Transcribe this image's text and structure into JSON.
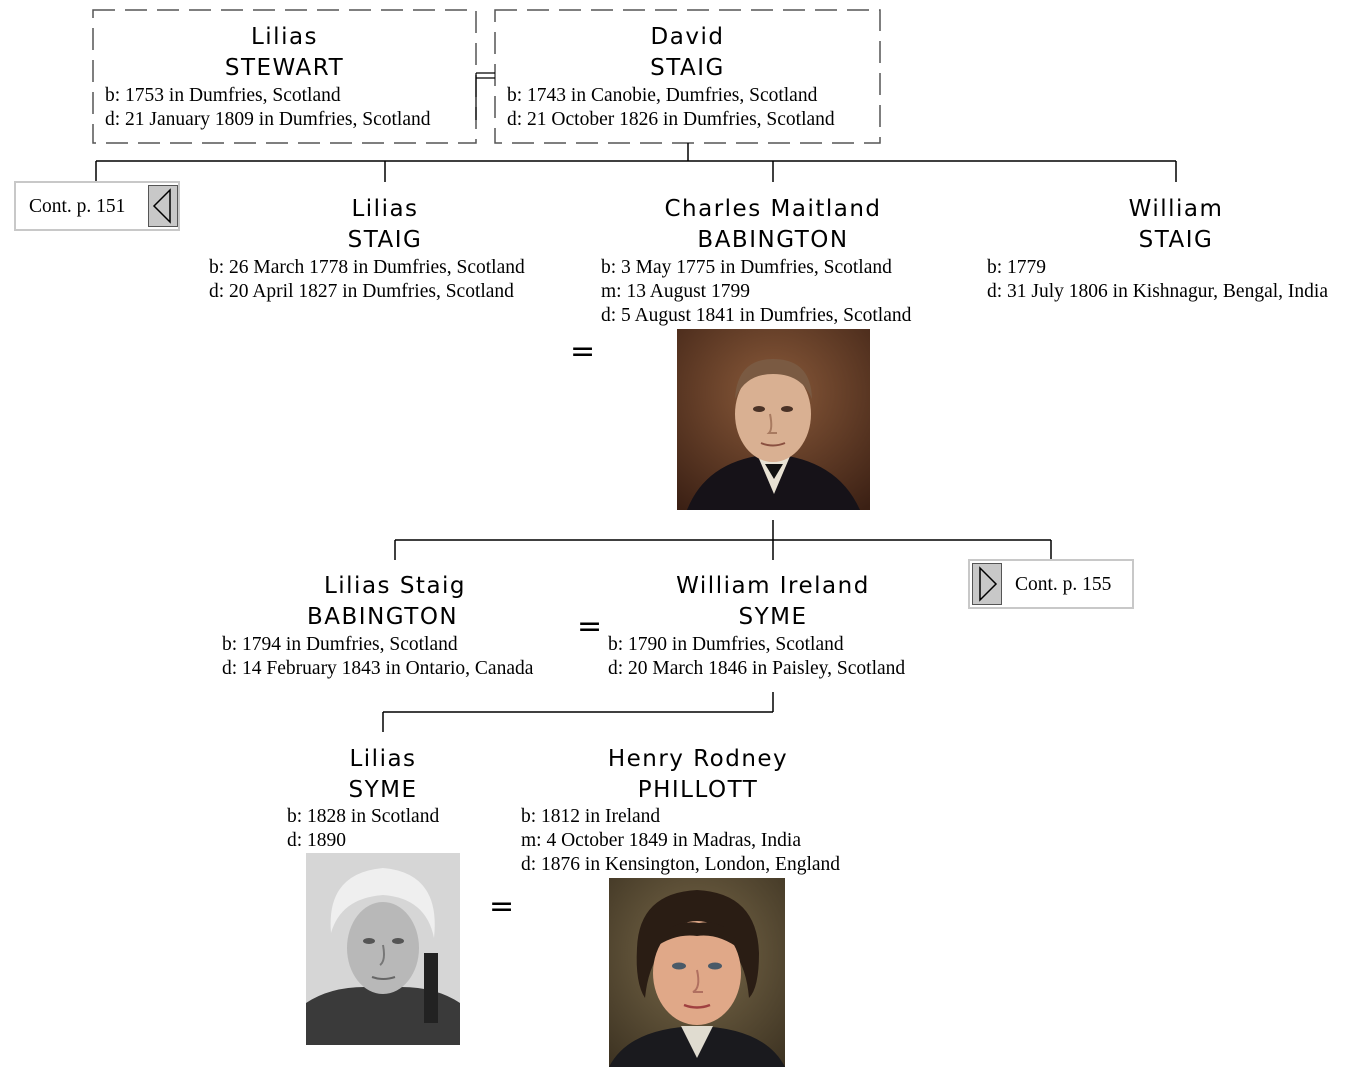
{
  "parents": {
    "mother": {
      "given": "Lilias",
      "surname": "STEWART",
      "born": "b: 1753 in Dumfries, Scotland",
      "died": "d: 21 January 1809 in Dumfries, Scotland"
    },
    "father": {
      "given": "David",
      "surname": "STAIG",
      "born": "b: 1743 in Canobie, Dumfries, Scotland",
      "died": "d: 21 October 1826 in Dumfries, Scotland"
    }
  },
  "generation2": {
    "lilias_staig": {
      "given": "Lilias",
      "surname": "STAIG",
      "born": "b: 26 March 1778 in Dumfries, Scotland",
      "died": "d: 20 April 1827 in Dumfries, Scotland"
    },
    "charles": {
      "given": "Charles Maitland",
      "surname": "BABINGTON",
      "born": "b: 3 May 1775 in Dumfries, Scotland",
      "married": "m: 13 August 1799",
      "died": "d: 5 August 1841 in Dumfries, Scotland"
    },
    "william": {
      "given": "William",
      "surname": "STAIG",
      "born": "b: 1779",
      "died": "d: 31 July 1806 in Kishnagur, Bengal, India"
    },
    "spouse_symbol": "="
  },
  "generation3": {
    "lilias_babington": {
      "given": "Lilias Staig",
      "surname": "BABINGTON",
      "born": "b: 1794 in Dumfries, Scotland",
      "died": "d: 14 February 1843 in Ontario, Canada"
    },
    "william_syme": {
      "given": "William Ireland",
      "surname": "SYME",
      "born": "b: 1790 in Dumfries, Scotland",
      "died": "d: 20 March 1846 in Paisley, Scotland"
    },
    "spouse_symbol": "="
  },
  "generation4": {
    "lilias_syme": {
      "given": "Lilias",
      "surname": "SYME",
      "born": "b: 1828 in Scotland",
      "died": "d: 1890"
    },
    "henry": {
      "given": "Henry Rodney",
      "surname": "PHILLOTT",
      "born": "b: 1812 in Ireland",
      "married": "m: 4 October 1849 in Madras, India",
      "died": "d: 1876 in Kensington, London, England"
    },
    "spouse_symbol": "="
  },
  "navigation": {
    "prev_label": "Cont. p. 151",
    "next_label": "Cont. p. 155"
  },
  "colors": {
    "line": "#000000",
    "dashed_box": "#555555",
    "button_fill": "#c8c8c8",
    "button_border": "#c8c8c8"
  }
}
